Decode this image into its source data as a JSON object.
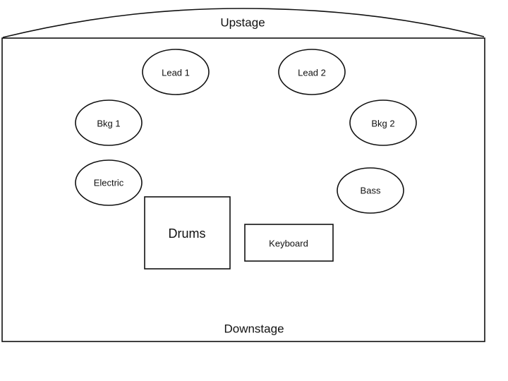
{
  "stage": {
    "upstage_label": "Upstage",
    "downstage_label": "Downstage"
  },
  "positions": {
    "lead_1": "Lead 1",
    "lead_2": "Lead 2",
    "bkg_1": "Bkg 1",
    "bkg_2": "Bkg 2",
    "electric": "Electric",
    "bass": "Bass",
    "drums": "Drums",
    "keyboard": "Keyboard"
  }
}
